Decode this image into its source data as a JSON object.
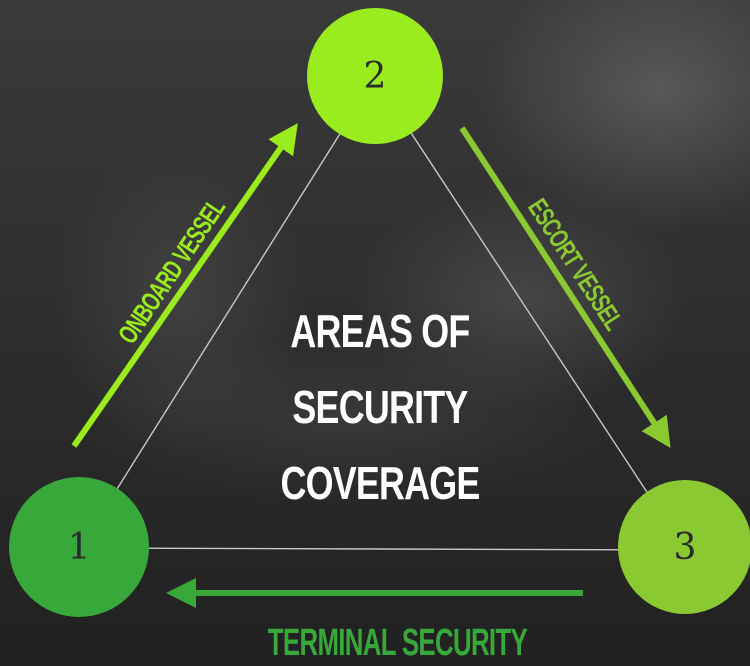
{
  "diagram": {
    "title_lines": [
      "AREAS OF",
      "SECURITY",
      "COVERAGE"
    ],
    "nodes": [
      {
        "label": "1",
        "color": "#38a83a"
      },
      {
        "label": "2",
        "color": "#9bec1f"
      },
      {
        "label": "3",
        "color": "#8bc933"
      }
    ],
    "edges": [
      {
        "label": "ONBOARD VESSEL",
        "from": "1",
        "to": "2",
        "color": "#9bec1f"
      },
      {
        "label": "ESCORT VESSEL",
        "from": "2",
        "to": "3",
        "color": "#8bc933"
      },
      {
        "label": "TERMINAL SECURITY",
        "from": "3",
        "to": "1",
        "color": "#38a83a"
      }
    ],
    "colors": {
      "background": "#262626",
      "triangle_line": "#c8c8c8",
      "title": "#ffffff"
    }
  }
}
